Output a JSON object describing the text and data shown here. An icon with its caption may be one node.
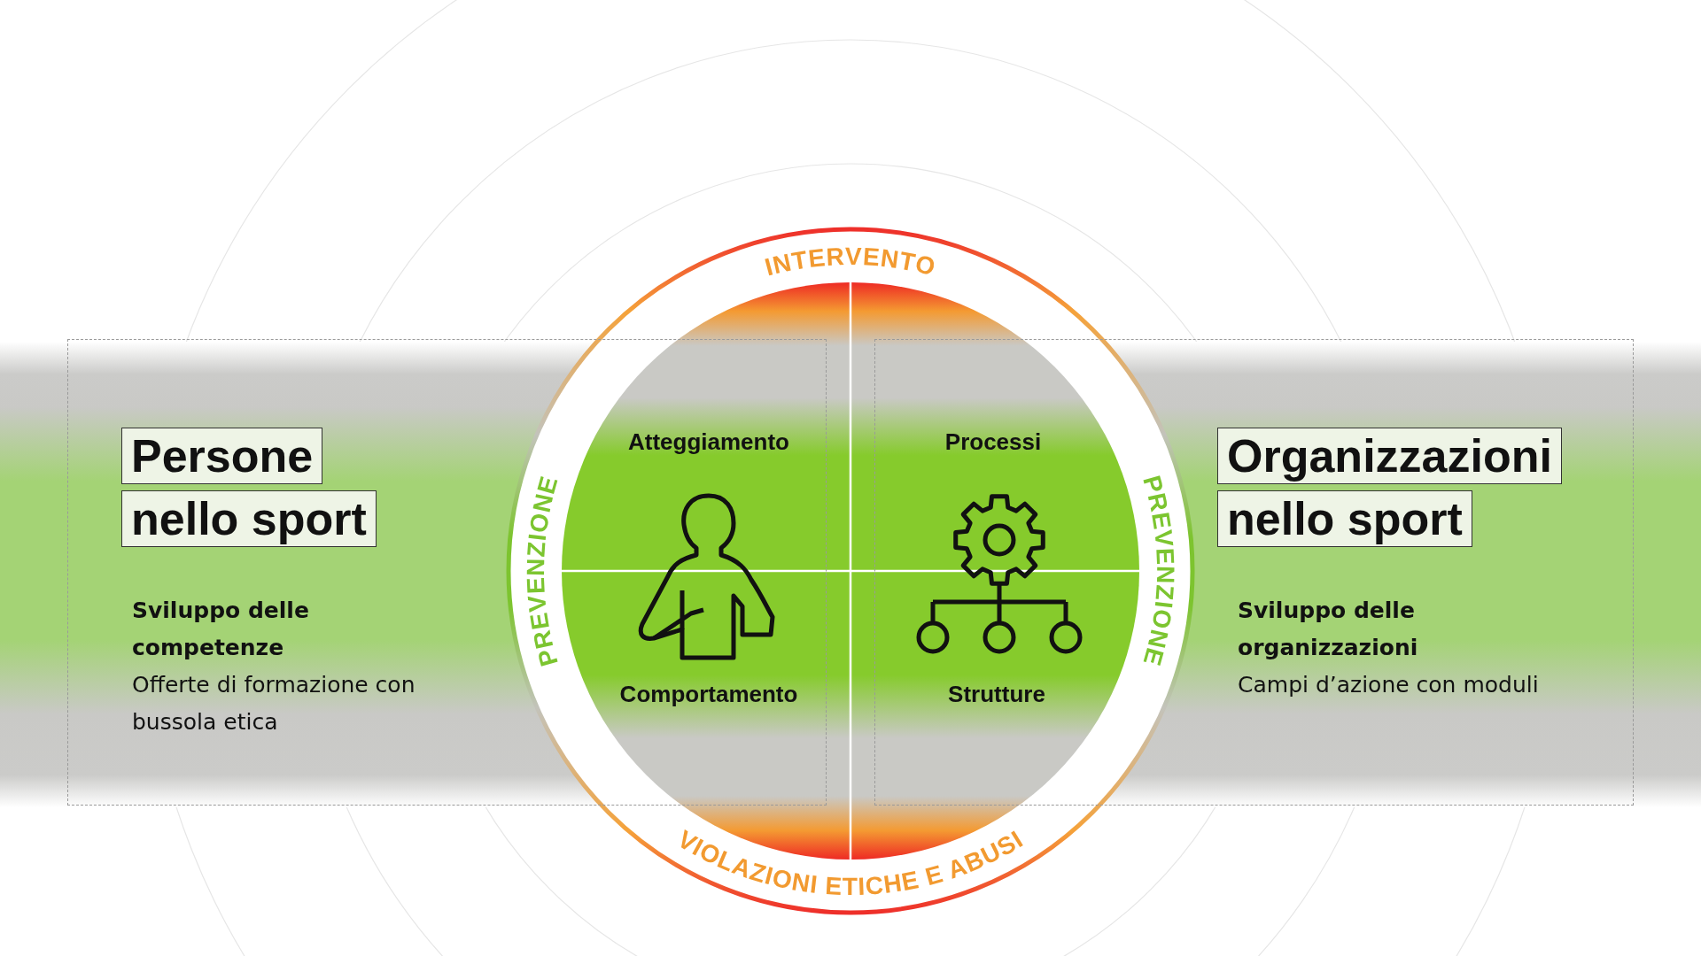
{
  "diagram": {
    "nodes": [
      {
        "text": [
          "Persone nello sport"
        ]
      },
      {
        "text": [
          "Organizzazioni nello sport"
        ]
      },
      {
        "text": [
          "INTERVENTO",
          "PREVENZIONE",
          "PREVENZIONE",
          "VIOLAZIONI ETICHE E ABUSI"
        ]
      }
    ],
    "labels": [
      "Sviluppo delle competenze",
      "Offerte di formazione con bussola etica",
      "Atteggiamento",
      "Comportamento",
      "Processi",
      "Strutture",
      "Sviluppo delle organizzazioni",
      "Campi d’azione con moduli"
    ]
  }
}
